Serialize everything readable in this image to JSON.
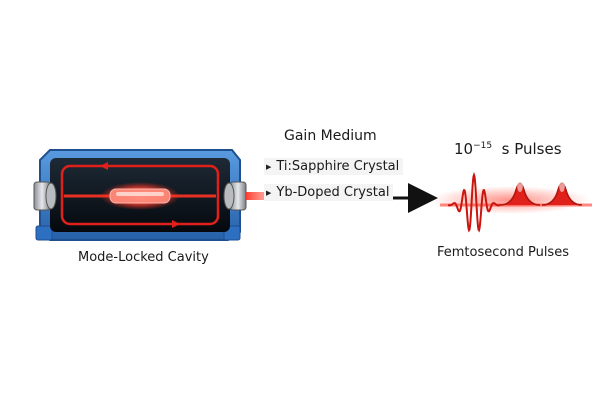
{
  "cavity": {
    "caption": "Mode-Locked Cavity"
  },
  "gain_medium": {
    "title": "Gain Medium",
    "items": [
      {
        "label": "Ti:Sapphire Crystal"
      },
      {
        "label": "Yb-Doped Crystal"
      }
    ]
  },
  "pulses": {
    "title_base": "10",
    "title_exponent": "−15",
    "title_unit": "s Pulses",
    "caption": "Femtosecond Pulses"
  },
  "colors": {
    "laser_red": "#e0201a",
    "housing_blue": "#2d6fc0",
    "housing_dark": "#1f4f8f",
    "inner_panel": "#0d1620",
    "arrow_black": "#111111"
  }
}
